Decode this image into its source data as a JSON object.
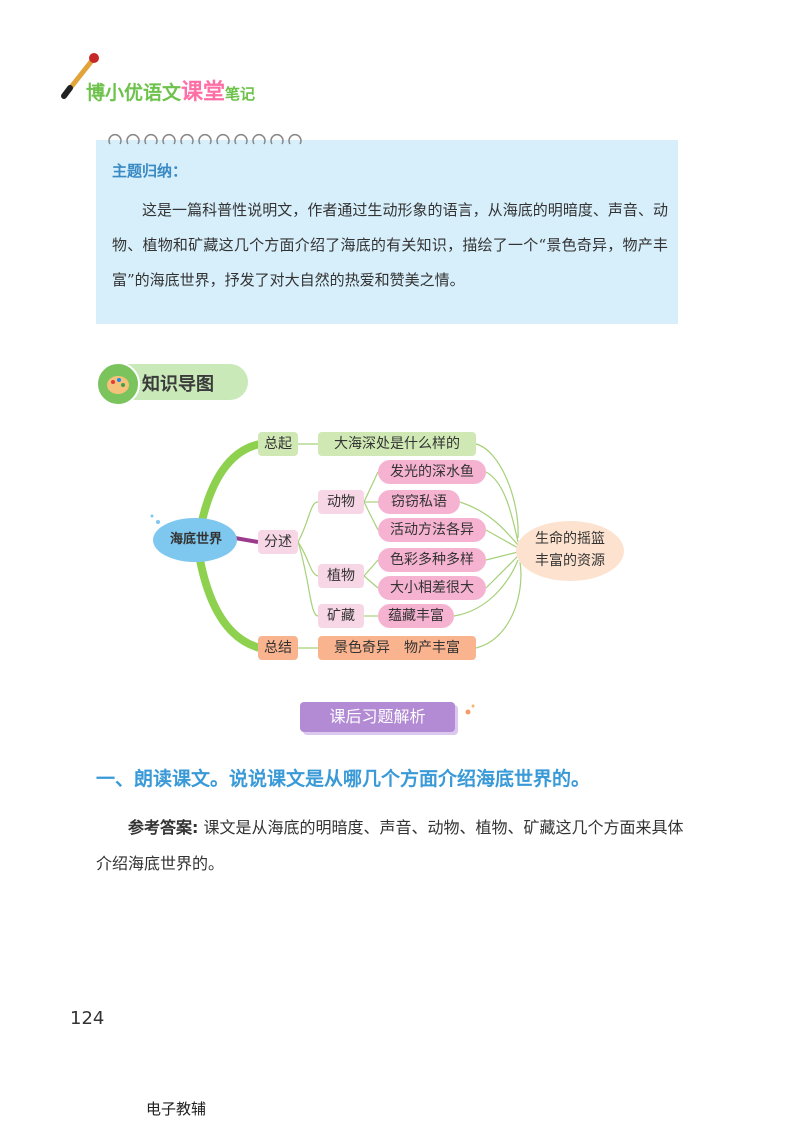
{
  "header": {
    "logo_main": "博小优语文",
    "logo_accent": "课堂",
    "logo_small": "笔记"
  },
  "theme": {
    "title": "主题归纳：",
    "body": "这是一篇科普性说明文，作者通过生动形象的语言，从海底的明暗度、声音、动物、植物和矿藏这几个方面介绍了海底的有关知识，描绘了一个“景色奇异，物产丰富”的海底世界，抒发了对大自然的热爱和赞美之情。"
  },
  "map_heading": "知识导图",
  "mindmap": {
    "root": "海底世界",
    "summary": "生命的摇篮\n丰富的资源",
    "branches": {
      "intro": {
        "label": "总起",
        "content": "大海深处是什么样的"
      },
      "detail": {
        "label": "分述"
      },
      "animals": {
        "label": "动物",
        "items": [
          "发光的深水鱼",
          "窃窃私语",
          "活动方法各异"
        ]
      },
      "plants": {
        "label": "植物",
        "items": [
          "色彩多种多样",
          "大小相差很大"
        ]
      },
      "minerals": {
        "label": "矿藏",
        "items": [
          "蕴藏丰富"
        ]
      },
      "conclusion": {
        "label": "总结",
        "content": "景色奇异　物产丰富"
      }
    }
  },
  "exercise_tag": "课后习题解析",
  "question": "一、朗读课文。说说课文是从哪几个方面介绍海底世界的。",
  "answer": {
    "label": "参考答案:",
    "text": "课文是从海底的明暗度、声音、动物、植物、矿藏这几个方面来具体介绍海底世界的。"
  },
  "page_number": "124",
  "footer_label": "电子教辅",
  "colors": {
    "accent_blue": "#3a9ad7",
    "card_bg": "#d7effb",
    "tag_purple": "#b28bd4",
    "map_green": "#8dd14f"
  }
}
